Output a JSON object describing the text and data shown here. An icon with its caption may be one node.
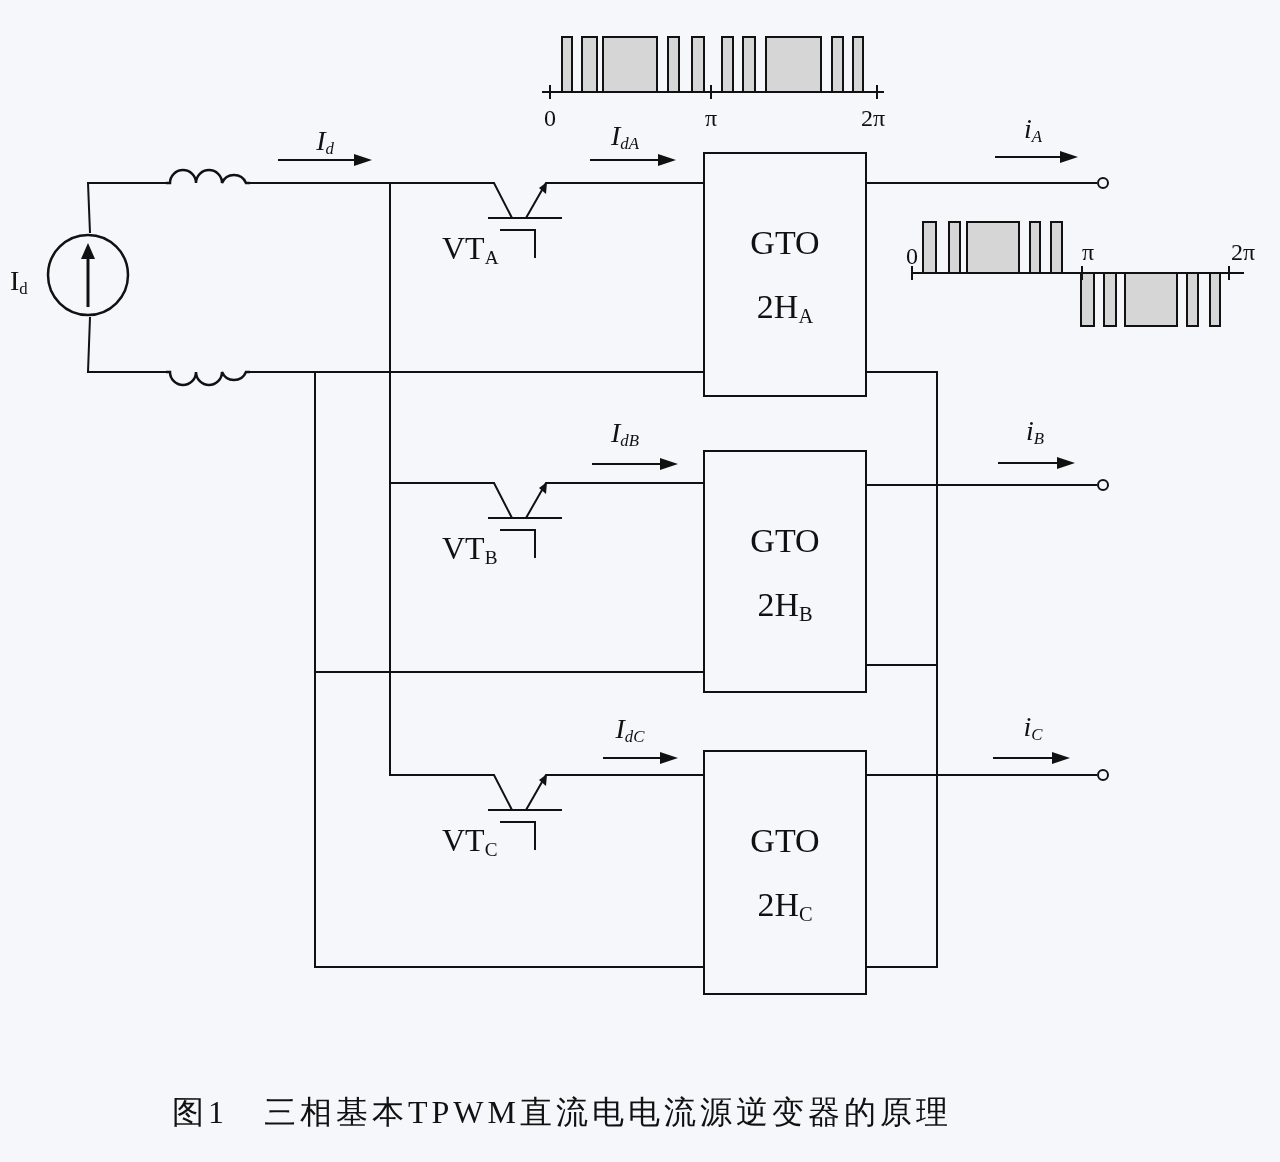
{
  "diagram": {
    "caption": "图1　三相基本TPWM直流电电流源逆变器的原理",
    "nodes": [
      {
        "text": [],
        "shape": "circle",
        "beside": [
          "I$_{d}$"
        ]
      },
      {
        "text": [],
        "shape": "coil"
      },
      {
        "text": [],
        "shape": "coil"
      },
      {
        "text": [
          "VT$_{A}$"
        ]
      },
      {
        "text": [
          "GTO",
          "2H$_{A}$"
        ]
      },
      {
        "text": [],
        "shape": "circle"
      },
      {
        "text": [
          "VT$_{B}$"
        ]
      },
      {
        "text": [
          "GTO",
          "2H$_{B}$"
        ]
      },
      {
        "text": [],
        "shape": "circle"
      },
      {
        "text": [
          "VT$_{C}$"
        ]
      },
      {
        "text": [
          "GTO",
          "2H$_{C}$"
        ]
      },
      {
        "text": [],
        "shape": "circle"
      }
    ],
    "edges": [
      {
        "from": 0,
        "to": 1,
        "arrow": "none"
      },
      {
        "from": 0,
        "to": 2,
        "arrow": "none"
      },
      {
        "from": 1,
        "to": 3,
        "arrow": "none"
      },
      {
        "from": 1,
        "to": 6,
        "arrow": "none"
      },
      {
        "from": 1,
        "to": 9,
        "arrow": "none"
      },
      {
        "from": 3,
        "to": 4,
        "arrow": "none"
      },
      {
        "from": 6,
        "to": 7,
        "arrow": "none"
      },
      {
        "from": 9,
        "to": 10,
        "arrow": "none"
      },
      {
        "from": 4,
        "to": 5,
        "arrow": "none"
      },
      {
        "from": 7,
        "to": 8,
        "arrow": "none"
      },
      {
        "from": 10,
        "to": 11,
        "arrow": "none"
      },
      {
        "from": 2,
        "to": 4,
        "arrow": "none"
      },
      {
        "from": 2,
        "to": 7,
        "arrow": "none"
      },
      {
        "from": 2,
        "to": 10,
        "arrow": "none"
      },
      {
        "from": 4,
        "to": 7,
        "arrow": "none"
      },
      {
        "from": 7,
        "to": 10,
        "arrow": "none"
      }
    ],
    "labels": [
      "0",
      "π",
      "2π",
      "I$_{d}$",
      "I$_{dA}$",
      "i$_{A}$",
      "0",
      "π",
      "2π",
      "I$_{dB}$",
      "i$_{B}$",
      "I$_{dC}$",
      "i$_{C}$"
    ]
  }
}
